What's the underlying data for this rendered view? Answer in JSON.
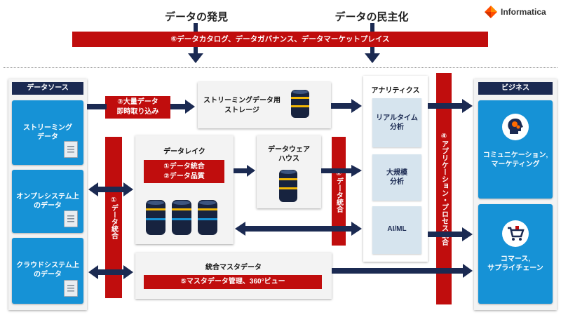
{
  "header": {
    "discovery": "データの発見",
    "democratization": "データの民主化",
    "logo_text": "Informatica"
  },
  "banner": {
    "label": "⑥データカタログ、データガバナンス、データマーケットプレイス"
  },
  "sources": {
    "title": "データソース",
    "items": [
      {
        "label": "ストリーミング\nデータ"
      },
      {
        "label": "オンプレシステム上\nのデータ"
      },
      {
        "label": "クラウドシステム上\nのデータ"
      }
    ]
  },
  "ingest": {
    "label": "③大量データ\n即時取り込み"
  },
  "streaming_storage": {
    "label": "ストリーミングデータ用\nストレージ"
  },
  "integration_left": {
    "label": "①データ統合"
  },
  "data_lake": {
    "title": "データレイク",
    "badge": "①データ統合\n②データ品質"
  },
  "data_warehouse": {
    "title": "データウェア\nハウス"
  },
  "integration_mid": {
    "label": "①データ統合"
  },
  "analytics": {
    "title": "アナリティクス",
    "cards": [
      {
        "label": "リアルタイム\n分析"
      },
      {
        "label": "大規模\n分析"
      },
      {
        "label": "AI/ML"
      }
    ]
  },
  "app_integration": {
    "label": "④アプリケーション・プロセス統合"
  },
  "business": {
    "title": "ビジネス",
    "items": [
      {
        "label": "コミュニケーション,\nマーケティング",
        "icon": "head-gears-icon"
      },
      {
        "label": "コマース,\nサプライチェーン",
        "icon": "shopping-cart-icon"
      }
    ]
  },
  "mdm": {
    "title": "統合マスタデータ",
    "badge": "⑤マスタデータ管理、360°ビュー"
  },
  "colors": {
    "red": "#c00d0d",
    "navy": "#1b2a52",
    "blue": "#1692d6",
    "light": "#d6e4ee"
  }
}
